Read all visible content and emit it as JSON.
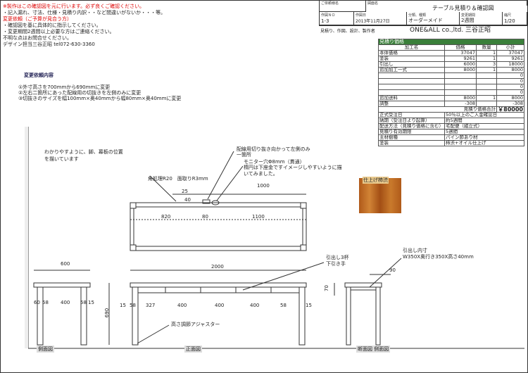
{
  "header": {
    "customer_label": "ご依頼様名",
    "drawing_label": "図面名",
    "drawing_title": "テーブル見積り＆確認図",
    "work_no_label": "作図ＮＯ",
    "work_no": "1-3",
    "date_label": "作図日",
    "date": "2013年11月27日",
    "class_label": "分類、種類",
    "class_value": "オーダーメイド",
    "period_label": "変更期間",
    "period_value": "2週間",
    "scale_label": "縮尺",
    "scale_value": "1/20",
    "maker_label": "見積り、作図、設計、製作者",
    "maker_value": "ONE&ALL co.,ltd. 三谷正昭"
  },
  "notes": {
    "line1": "※製作はこの確認図を元に行います。必ず良くご確認ください。",
    "line2": "・記入漏れ、寸法、仕様・見積り内訳・・など間違いがないか・・・等。",
    "line3": "変更依頼（ご予算が見合う方）",
    "line4": "・確認図を基に具体的に指示してください。",
    "line5": "・変更期間2週間以上必要な方はご連絡ください。",
    "line6": "不明な点はお問合せください。",
    "line7": "デザイン担当三谷正昭 tel072-630-3360"
  },
  "changes": {
    "title": "変更依頼内容",
    "items": [
      "①外寸高さを700mmから690mmに変更",
      "②左右二箇所にあった配線用の切抜きを左側のみに変更",
      "③切抜きのサイズを幅100mm×奥40mmから幅80mm×奥40mmに変更"
    ]
  },
  "quote": {
    "title": "見積り価格",
    "headers": [
      "加工名",
      "価格",
      "数量",
      "小計"
    ],
    "rows": [
      [
        "本体価格",
        "37047",
        "1",
        "37047"
      ],
      [
        "塗装",
        "9261",
        "1",
        "9261"
      ],
      [
        "引出し",
        "6000",
        "3",
        "18000"
      ],
      [
        "追加加工一式",
        "8000",
        "1",
        "8000"
      ],
      [
        "",
        "",
        "",
        "0"
      ],
      [
        "",
        "",
        "",
        "0"
      ],
      [
        "",
        "",
        "",
        "0"
      ],
      [
        "",
        "",
        "",
        "0"
      ],
      [
        "追加送料",
        "8000",
        "1",
        "8000"
      ],
      [
        "調整",
        "-308",
        "",
        "-308"
      ]
    ],
    "total_label": "見積り価格合計",
    "total_value": "￥80000",
    "info": [
      [
        "正式受注日",
        "50％以上のご入金確認日"
      ],
      [
        "納期（受注日より起算）",
        "約5週間"
      ],
      [
        "配送方法（見積り価格に含む）",
        "宅配便（組立式）"
      ],
      [
        "見積り有効期限",
        "5週間"
      ],
      [
        "主材樹種",
        "パイン節あり材"
      ],
      [
        "塗装",
        "柿渋+オイル仕上げ"
      ]
    ]
  },
  "drawing": {
    "note_legs": "わかりやすように、脚、幕板の位置",
    "note_legs2": "を描いています",
    "corner_note": "角処理R20　面取りR3mm",
    "cut_note": "配線用切り抜き向かって左側のみ",
    "cut_note2": "一箇所",
    "monitor_note": "モニター穴Φ8mm（貫通）",
    "monitor_note2": "楕円は下座金ですイメージしやすいように描",
    "monitor_note3": "いてみました。",
    "wood_label": "仕上げ柿渋",
    "dim_1000": "1000",
    "dim_25": "25",
    "dim_40": "40",
    "dim_820": "820",
    "dim_80": "80",
    "dim_1100": "1100",
    "dim_600": "600",
    "dim_2000": "2000",
    "dim_90": "90",
    "dim_690": "690",
    "dim_70": "70",
    "side_dims": [
      "60",
      "58",
      "400",
      "58",
      "15"
    ],
    "front_dims": [
      "15",
      "58",
      "327",
      "400",
      "400",
      "400",
      "58",
      "15"
    ],
    "drawer_note": "引出し3杯",
    "drawer_note2": "下引き手",
    "drawer_inner": "引出し内寸",
    "drawer_inner2": "W350X奥行き350X高さ40mm",
    "adjuster": "高さ調節アジャスター",
    "view_side": "側面図",
    "view_front": "正面図",
    "view_section": "断面図 側面図"
  }
}
